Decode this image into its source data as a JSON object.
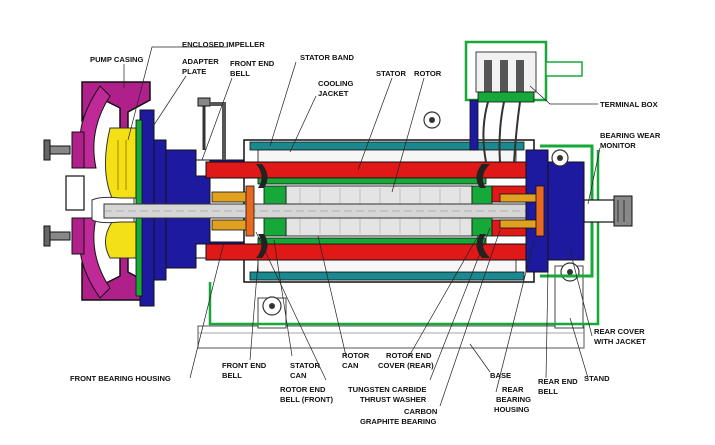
{
  "labels": {
    "pump_casing": "PUMP CASING",
    "enclosed_impeller": "ENCLOSED IMPELLER",
    "adapter_plate_1": "ADAPTER",
    "adapter_plate_2": "PLATE",
    "front_end_bell_top_1": "FRONT END",
    "front_end_bell_top_2": "BELL",
    "stator_band": "STATOR BAND",
    "cooling_jacket_1": "COOLING",
    "cooling_jacket_2": "JACKET",
    "stator": "STATOR",
    "rotor": "ROTOR",
    "terminal_box": "TERMINAL BOX",
    "bearing_wear_monitor_1": "BEARING WEAR",
    "bearing_wear_monitor_2": "MONITOR",
    "rear_cover_with_jacket_1": "REAR COVER",
    "rear_cover_with_jacket_2": "WITH JACKET",
    "front_bearing_housing": "FRONT BEARING HOUSING",
    "front_end_bell_bottom_1": "FRONT END",
    "front_end_bell_bottom_2": "BELL",
    "stator_can_1": "STATOR",
    "stator_can_2": "CAN",
    "rotor_can_1": "ROTOR",
    "rotor_can_2": "CAN",
    "rotor_end_cover_rear_1": "ROTOR END",
    "rotor_end_cover_rear_2": "COVER (REAR)",
    "rotor_end_bell_front_1": "ROTOR END",
    "rotor_end_bell_front_2": "BELL (FRONT)",
    "tungsten_carbide_1": "TUNGSTEN CARBIDE",
    "tungsten_carbide_2": "THRUST WASHER",
    "carbon_graphite_1": "CARBON",
    "carbon_graphite_2": "GRAPHITE BEARING",
    "base": "BASE",
    "rear_bearing_housing_1": "REAR",
    "rear_bearing_housing_2": "BEARING",
    "rear_bearing_housing_3": "HOUSING",
    "rear_end_bell_1": "REAR END",
    "rear_end_bell_2": "BELL",
    "stand": "STAND"
  },
  "colors": {
    "casing": "#b0208a",
    "impeller": "#f4e017",
    "stator_red": "#e01818",
    "end_bell_blue": "#1e1aa0",
    "green": "#16a838",
    "teal": "#1a8a90",
    "rotor_grey": "#c8c8c8",
    "gold": "#e0a020",
    "orange": "#e86a20"
  }
}
